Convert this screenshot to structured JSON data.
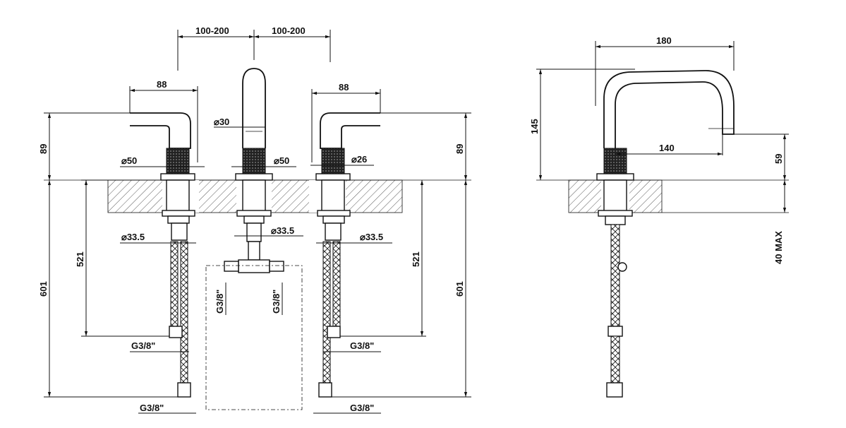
{
  "front_view": {
    "dims": {
      "spacing_left": "100-200",
      "spacing_right": "100-200",
      "handle_left_reach": "88",
      "handle_right_reach": "88",
      "height_left": "89",
      "height_right": "89",
      "spout_diameter": "⌀30",
      "base_left": "⌀50",
      "base_center": "⌀50",
      "base_right_knob": "⌀26",
      "hole_left": "⌀33.5",
      "hole_center": "⌀33.5",
      "hole_right": "⌀33.5",
      "hose_left_length": "521",
      "hose_right_length": "521",
      "total_left": "601",
      "total_right": "601",
      "thread_left_mid": "G3/8\"",
      "thread_left_bottom": "G3/8\"",
      "thread_right_mid": "G3/8\"",
      "thread_right_bottom": "G3/8\"",
      "thread_vert_left": "G3/8\"",
      "thread_vert_right": "G3/8\""
    }
  },
  "side_view": {
    "dims": {
      "reach": "180",
      "height": "145",
      "spout_reach": "140",
      "outlet_height": "59",
      "deck_max": "40 MAX"
    }
  }
}
